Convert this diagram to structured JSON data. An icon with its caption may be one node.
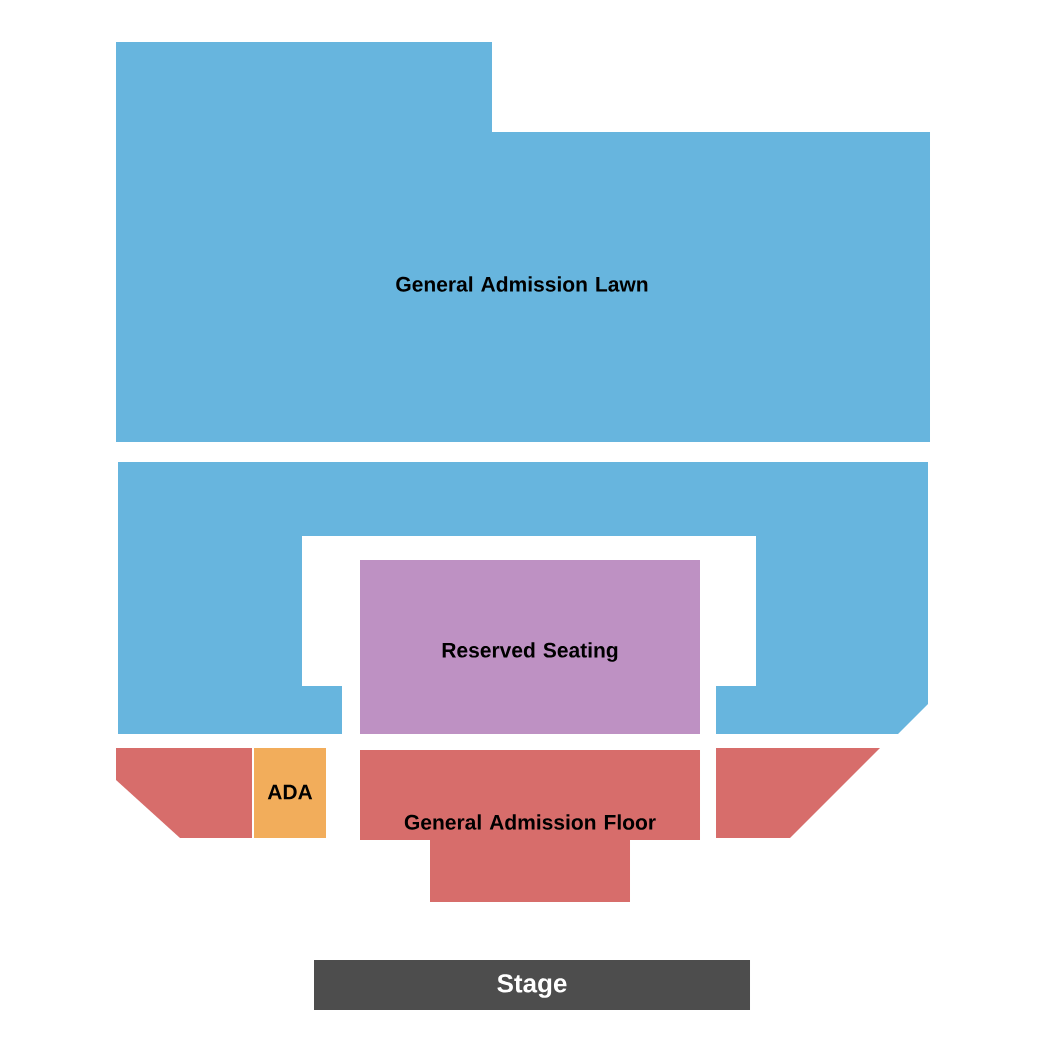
{
  "diagram": {
    "nodes": [
      {
        "text": [
          "General Admission Lawn"
        ]
      },
      {
        "text": [],
        "shape": "box"
      },
      {
        "text": [
          "Reserved Seating"
        ]
      },
      {
        "text": [],
        "shape": "box"
      },
      {
        "text": [
          "ADA"
        ]
      },
      {
        "text": [
          "General Admission Floor"
        ]
      },
      {
        "text": [],
        "shape": "box"
      },
      {
        "text": [
          "Stage"
        ]
      }
    ]
  }
}
